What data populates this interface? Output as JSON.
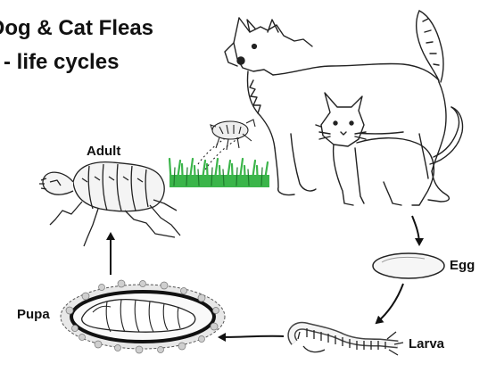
{
  "title": {
    "line1": "Dog & Cat Fleas",
    "line2": "- life cycles"
  },
  "stages": {
    "adult": "Adult",
    "egg": "Egg",
    "larva": "Larva",
    "pupa": "Pupa"
  },
  "colors": {
    "ink": "#111111",
    "grass": "#3bb54a",
    "grass_dark": "#1e7a2c",
    "background": "#ffffff"
  },
  "icons": [
    "dog-illustration",
    "cat-illustration",
    "jumping-flea-icon",
    "grass-icon",
    "adult-flea-icon",
    "egg-icon",
    "larva-icon",
    "pupa-cocoon-icon",
    "cycle-arrow-icon"
  ]
}
